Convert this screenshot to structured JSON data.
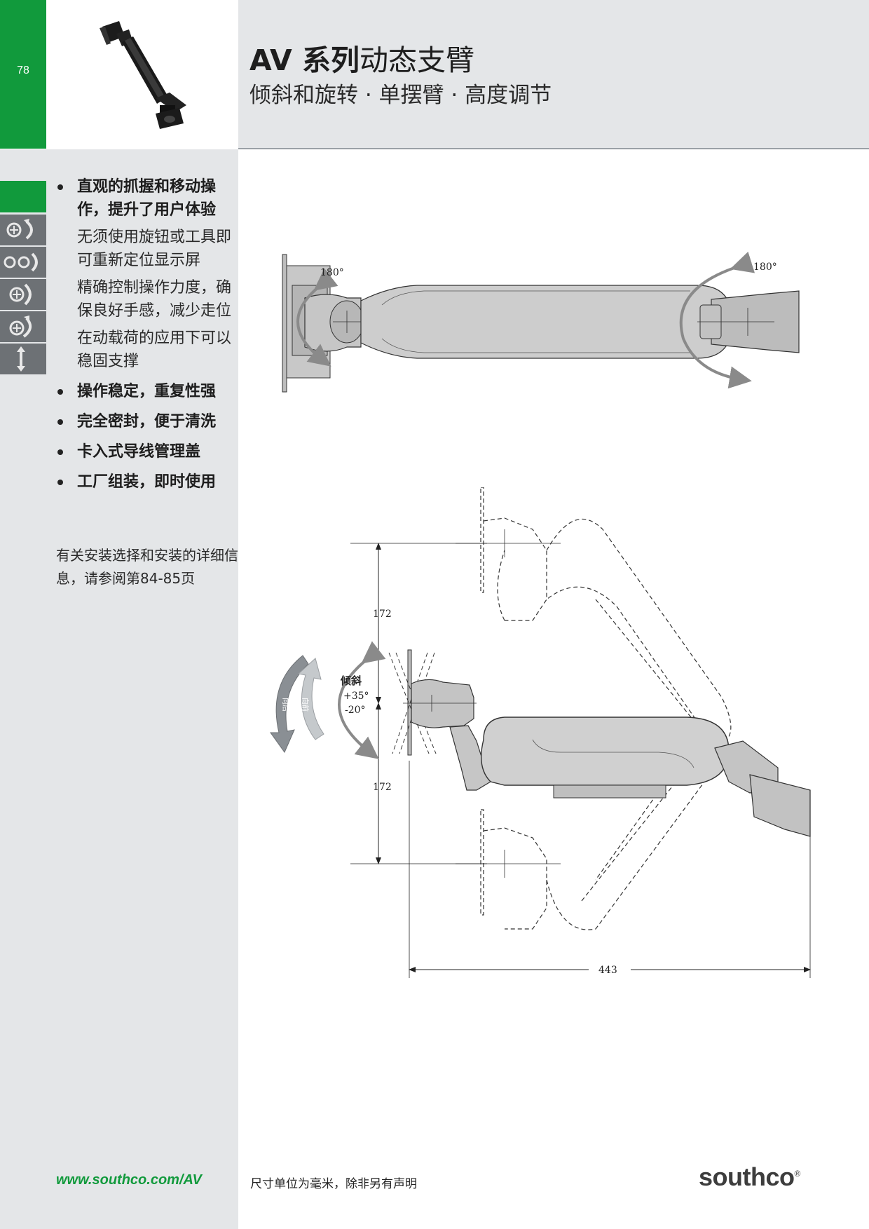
{
  "header": {
    "page_number": "78",
    "title_bold": "AV 系列",
    "title_rest": "动态支臂",
    "subtitle": "倾斜和旋转 · 单摆臂 · 高度调节"
  },
  "features": [
    {
      "title": "直观的抓握和移动操作，提升了用户体验",
      "details": [
        "无须使用旋钮或工具即可重新定位显示屏",
        "精确控制操作力度，确保良好手感，减少走位",
        "在动载荷的应用下可以稳固支撑"
      ]
    },
    {
      "title": "操作稳定，重复性强"
    },
    {
      "title": "完全密封，便于清洗"
    },
    {
      "title": "卡入式导线管理盖"
    },
    {
      "title": "工厂组装，即时使用"
    }
  ],
  "install_note": "有关安装选择和安装的详细信息，请参阅第84-85页",
  "feature_icons": [
    "swivel-icon",
    "double-swivel-icon",
    "tilt-icon",
    "rotate-icon",
    "height-adjust-icon"
  ],
  "top_drawing": {
    "rotation_left": "180°",
    "rotation_right": "180°"
  },
  "side_drawing": {
    "tilt_label": "倾斜",
    "tilt_up": "+35°",
    "tilt_down": "-20°",
    "arrow_back": "向后",
    "arrow_front": "向前",
    "dim_upper": "172",
    "dim_lower": "172",
    "dim_width": "443"
  },
  "footer": {
    "website": "www.southco.com/AV",
    "units_note": "尺寸单位为毫米，除非另有声明",
    "logo": "southco",
    "logo_mark": "®"
  },
  "colors": {
    "brand_green": "#119a3c",
    "band_gray": "#e4e6e8",
    "icon_gray": "#6d7175"
  }
}
